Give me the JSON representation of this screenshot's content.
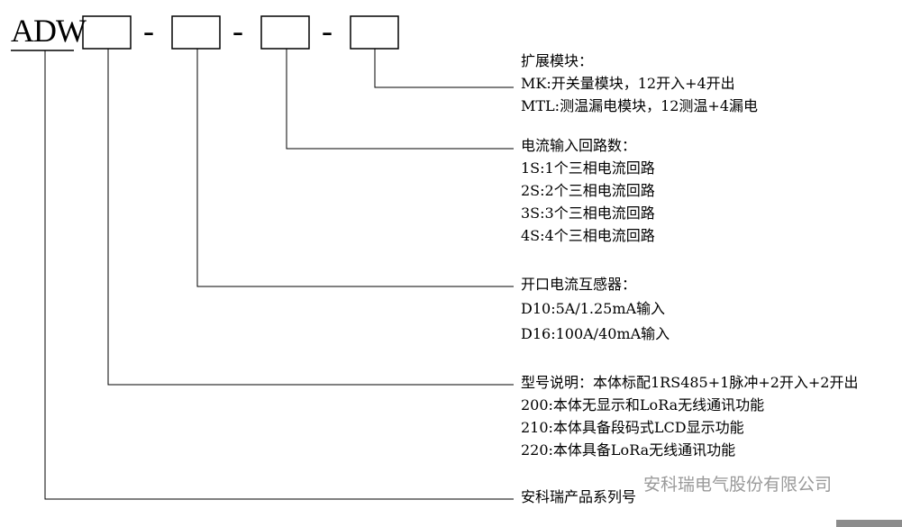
{
  "model": {
    "prefix": "ADW",
    "separator": "-"
  },
  "groups": {
    "expansion": {
      "title": "扩展模块：",
      "options": [
        "MK:开关量模块，12开入+4开出",
        "MTL:测温漏电模块，12测温+4漏电"
      ]
    },
    "loops": {
      "title": "电流输入回路数：",
      "options": [
        "1S:1个三相电流回路",
        "2S:2个三相电流回路",
        "3S:3个三相电流回路",
        "4S:4个三相电流回路"
      ]
    },
    "ct": {
      "title": "开口电流互感器：",
      "options": [
        "D10:5A/1.25mA输入",
        "D16:100A/40mA输入"
      ]
    },
    "model_desc": {
      "title": "型号说明：本体标配1RS485+1脉冲+2开入+2开出",
      "options": [
        "200:本体无显示和LoRa无线通讯功能",
        "210:本体具备段码式LCD显示功能",
        "220:本体具备LoRa无线通讯功能"
      ]
    },
    "series": {
      "title": "安科瑞产品系列号"
    }
  },
  "watermark": {
    "text": "安科瑞电气股份有限公司",
    "color": "#9a9a9a"
  },
  "colors": {
    "line": "#000000",
    "text": "#000000",
    "corner_block": "#8c8c8c"
  }
}
